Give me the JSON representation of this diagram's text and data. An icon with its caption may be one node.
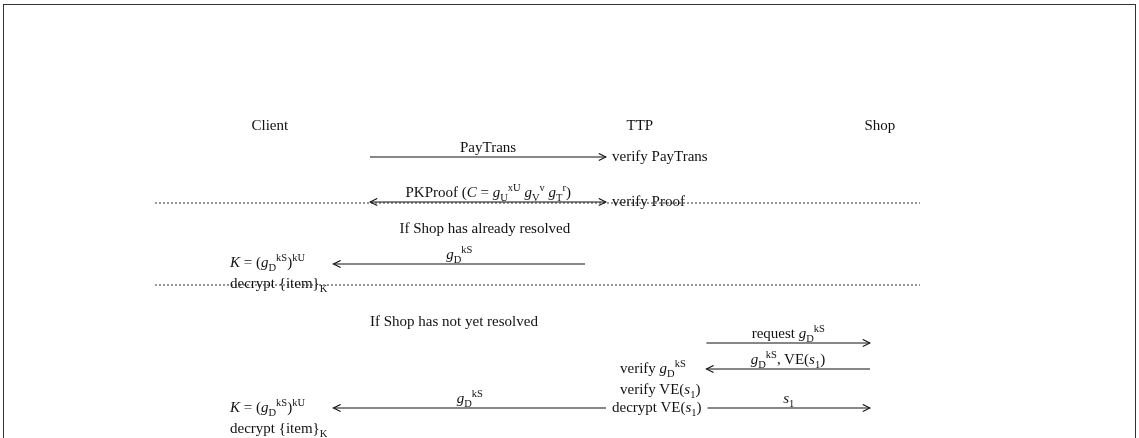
{
  "diagram": {
    "nodes": [
      {
        "text": [
          "verify PayTrans"
        ]
      },
      {
        "text": [
          "verify Proof"
        ]
      },
      {
        "text": [
          "*K* = (*g*$_{D}$$^{kS}$)$^{kU}$",
          "decrypt {item}$_{K}$"
        ]
      },
      {
        "text": [
          "verify *g*$_{D}$$^{kS}$",
          "verify VE(*s*$_{1}$)"
        ]
      },
      {
        "text": [
          "*K* = (*g*$_{D}$$^{kS}$)$^{kU}$",
          "decrypt {item}$_{K}$"
        ]
      },
      {
        "text": [
          "decrypt VE(*s*$_{1}$)"
        ]
      }
    ],
    "edges": [
      {
        "from": null,
        "to": 0,
        "arrow": "to",
        "label": "PayTrans"
      },
      {
        "from": null,
        "to": 1,
        "arrow": "both",
        "label": "PKProof (*C* = *g*$_{U}$$^{xU}$ *g*$_{V}$$^{v}$ *g*$_{T}$$^{r}$)"
      },
      {
        "from": null,
        "to": 2,
        "arrow": "to",
        "label": "*g*$_{D}$$^{kS}$"
      },
      {
        "from": 3,
        "to": null,
        "arrow": "to",
        "label": "request *g*$_{D}$$^{kS}$"
      },
      {
        "from": null,
        "to": 3,
        "arrow": "to",
        "label": "*g*$_{D}$$^{kS}$, VE(*s*$_{1}$)"
      },
      {
        "from": 5,
        "to": 4,
        "arrow": "to",
        "label": "*g*$_{D}$$^{kS}$"
      },
      {
        "from": 5,
        "to": null,
        "arrow": "to",
        "label": "*s*$_{1}$"
      }
    ],
    "labels": [
      "Client",
      "TTP",
      "Shop",
      "If Shop has already resolved",
      "If Shop has not yet resolved"
    ]
  }
}
